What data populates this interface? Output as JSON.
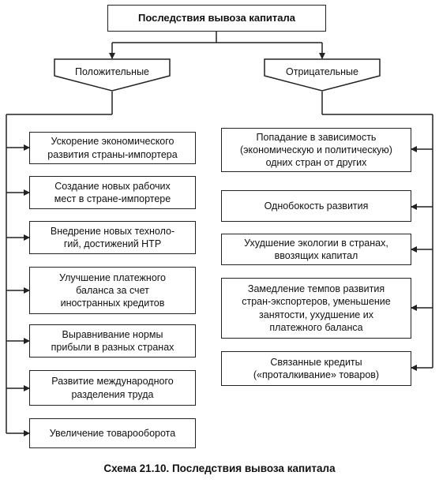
{
  "root": {
    "title": "Последствия вывоза капитала"
  },
  "positive": {
    "header": "Положительные",
    "items": [
      "Ускорение экономического\nразвития страны-импортера",
      "Создание новых рабочих\nмест в стране-импортере",
      "Внедрение новых техноло-\nгий, достижений НТР",
      "Улучшение платежного\nбаланса за счет\nиностранных кредитов",
      "Выравнивание нормы\nприбыли в разных странах",
      "Развитие международного\nразделения труда",
      "Увеличение товарооборота"
    ]
  },
  "negative": {
    "header": "Отрицательные",
    "items": [
      "Попадание в зависимость\n(экономическую и политическую)\nодних стран от других",
      "Однобокость развития",
      "Ухудшение экологии в странах,\nввозящих капитал",
      "Замедление темпов развития\nстран-экспортеров, уменьшение\nзанятости, ухудшение их\nплатежного баланса",
      "Связанные кредиты\n(«проталкивание» товаров)"
    ]
  },
  "caption": "Схема 21.10. Последствия вывоза капитала"
}
